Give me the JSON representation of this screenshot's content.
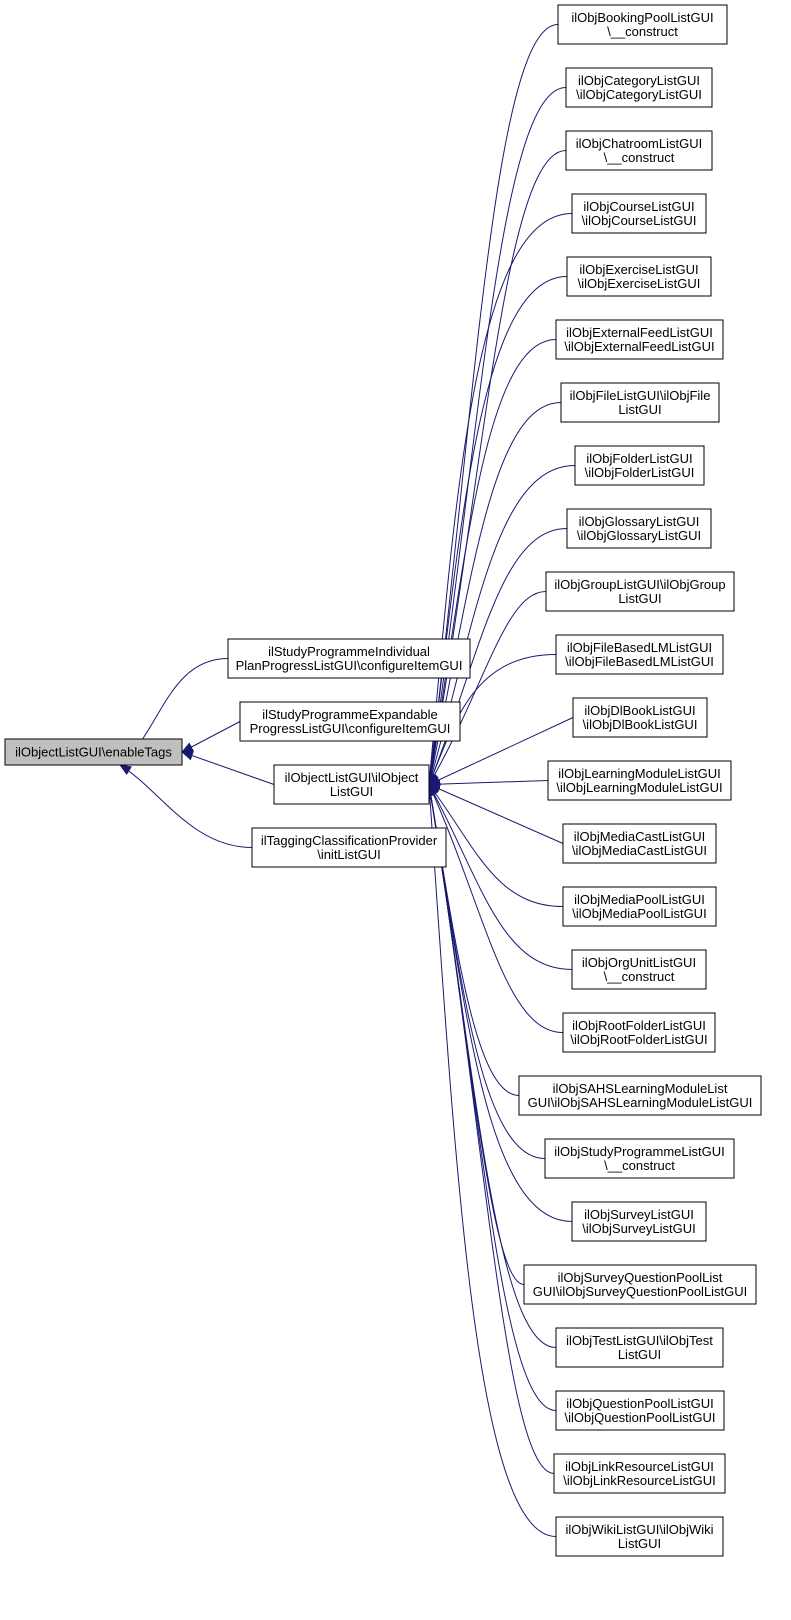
{
  "diagram": {
    "root": {
      "id": "root",
      "lines": [
        "ilObjectListGUI\\enableTags"
      ]
    },
    "middle": [
      {
        "id": "m_individual",
        "lines": [
          "ilStudyProgrammeIndividual",
          "PlanProgressListGUI\\configureItemGUI"
        ]
      },
      {
        "id": "m_expandable",
        "lines": [
          "ilStudyProgrammeExpandable",
          "ProgressListGUI\\configureItemGUI"
        ]
      },
      {
        "id": "m_objectlist",
        "lines": [
          "ilObjectListGUI\\ilObject",
          "ListGUI"
        ]
      },
      {
        "id": "m_tagging",
        "lines": [
          "ilTaggingClassificationProvider",
          "\\initListGUI"
        ]
      }
    ],
    "leaves": [
      {
        "id": "l01",
        "lines": [
          "ilObjBookingPoolListGUI",
          "\\__construct"
        ]
      },
      {
        "id": "l02",
        "lines": [
          "ilObjCategoryListGUI",
          "\\ilObjCategoryListGUI"
        ]
      },
      {
        "id": "l03",
        "lines": [
          "ilObjChatroomListGUI",
          "\\__construct"
        ]
      },
      {
        "id": "l04",
        "lines": [
          "ilObjCourseListGUI",
          "\\ilObjCourseListGUI"
        ]
      },
      {
        "id": "l05",
        "lines": [
          "ilObjExerciseListGUI",
          "\\ilObjExerciseListGUI"
        ]
      },
      {
        "id": "l06",
        "lines": [
          "ilObjExternalFeedListGUI",
          "\\ilObjExternalFeedListGUI"
        ]
      },
      {
        "id": "l07",
        "lines": [
          "ilObjFileListGUI\\ilObjFile",
          "ListGUI"
        ]
      },
      {
        "id": "l08",
        "lines": [
          "ilObjFolderListGUI",
          "\\ilObjFolderListGUI"
        ]
      },
      {
        "id": "l09",
        "lines": [
          "ilObjGlossaryListGUI",
          "\\ilObjGlossaryListGUI"
        ]
      },
      {
        "id": "l10",
        "lines": [
          "ilObjGroupListGUI\\ilObjGroup",
          "ListGUI"
        ]
      },
      {
        "id": "l11",
        "lines": [
          "ilObjFileBasedLMListGUI",
          "\\ilObjFileBasedLMListGUI"
        ]
      },
      {
        "id": "l12",
        "lines": [
          "ilObjDlBookListGUI",
          "\\ilObjDlBookListGUI"
        ]
      },
      {
        "id": "l13",
        "lines": [
          "ilObjLearningModuleListGUI",
          "\\ilObjLearningModuleListGUI"
        ]
      },
      {
        "id": "l14",
        "lines": [
          "ilObjMediaCastListGUI",
          "\\ilObjMediaCastListGUI"
        ]
      },
      {
        "id": "l15",
        "lines": [
          "ilObjMediaPoolListGUI",
          "\\ilObjMediaPoolListGUI"
        ]
      },
      {
        "id": "l16",
        "lines": [
          "ilObjOrgUnitListGUI",
          "\\__construct"
        ]
      },
      {
        "id": "l17",
        "lines": [
          "ilObjRootFolderListGUI",
          "\\ilObjRootFolderListGUI"
        ]
      },
      {
        "id": "l18",
        "lines": [
          "ilObjSAHSLearningModuleList",
          "GUI\\ilObjSAHSLearningModuleListGUI"
        ]
      },
      {
        "id": "l19",
        "lines": [
          "ilObjStudyProgrammeListGUI",
          "\\__construct"
        ]
      },
      {
        "id": "l20",
        "lines": [
          "ilObjSurveyListGUI",
          "\\ilObjSurveyListGUI"
        ]
      },
      {
        "id": "l21",
        "lines": [
          "ilObjSurveyQuestionPoolList",
          "GUI\\ilObjSurveyQuestionPoolListGUI"
        ]
      },
      {
        "id": "l22",
        "lines": [
          "ilObjTestListGUI\\ilObjTest",
          "ListGUI"
        ]
      },
      {
        "id": "l23",
        "lines": [
          "ilObjQuestionPoolListGUI",
          "\\ilObjQuestionPoolListGUI"
        ]
      },
      {
        "id": "l24",
        "lines": [
          "ilObjLinkResourceListGUI",
          "\\ilObjLinkResourceListGUI"
        ]
      },
      {
        "id": "l25",
        "lines": [
          "ilObjWikiListGUI\\ilObjWiki",
          "ListGUI"
        ]
      }
    ],
    "edges": [
      [
        "m_individual",
        "root"
      ],
      [
        "m_expandable",
        "root"
      ],
      [
        "m_objectlist",
        "root"
      ],
      [
        "m_tagging",
        "root"
      ],
      [
        "l01",
        "m_objectlist"
      ],
      [
        "l02",
        "m_objectlist"
      ],
      [
        "l03",
        "m_objectlist"
      ],
      [
        "l04",
        "m_objectlist"
      ],
      [
        "l05",
        "m_objectlist"
      ],
      [
        "l06",
        "m_objectlist"
      ],
      [
        "l07",
        "m_objectlist"
      ],
      [
        "l08",
        "m_objectlist"
      ],
      [
        "l09",
        "m_objectlist"
      ],
      [
        "l10",
        "m_objectlist"
      ],
      [
        "l11",
        "m_objectlist"
      ],
      [
        "l12",
        "m_objectlist"
      ],
      [
        "l13",
        "m_objectlist"
      ],
      [
        "l14",
        "m_objectlist"
      ],
      [
        "l15",
        "m_objectlist"
      ],
      [
        "l16",
        "m_objectlist"
      ],
      [
        "l17",
        "m_objectlist"
      ],
      [
        "l18",
        "m_objectlist"
      ],
      [
        "l19",
        "m_objectlist"
      ],
      [
        "l20",
        "m_objectlist"
      ],
      [
        "l21",
        "m_objectlist"
      ],
      [
        "l22",
        "m_objectlist"
      ],
      [
        "l23",
        "m_objectlist"
      ],
      [
        "l24",
        "m_objectlist"
      ],
      [
        "l25",
        "m_objectlist"
      ]
    ],
    "colors": {
      "edge": "#191970",
      "root_fill": "#bfbfbf",
      "node_fill": "#ffffff",
      "border": "#000000"
    }
  }
}
